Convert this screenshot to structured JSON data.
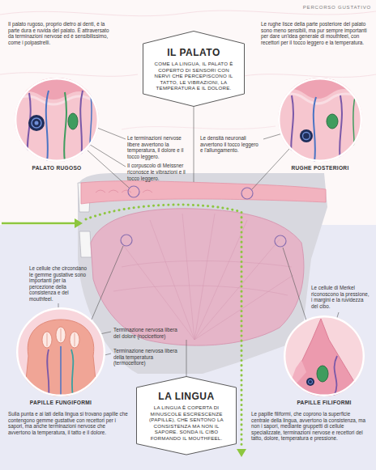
{
  "diagram": {
    "nodes": [
      {
        "text": [
          "IL PALATO",
          "COME LA LINGUA, IL PALATO È COPERTO DI SENSORI CON NERVI CHE PERCEPISCONO IL TATTO, LE VIBRAZIONI, LA TEMPERATURA E IL DOLORE."
        ]
      },
      {
        "text": [
          "PALATO RUGOSO"
        ]
      },
      {
        "text": [
          "RUGHE POSTERIORI"
        ]
      },
      {
        "text": [
          "PAPILLE FUNGIFORMI"
        ]
      },
      {
        "text": [
          "LA LINGUA",
          "LA LINGUA È COPERTA DI MINUSCOLE ESCRESCENZE (PAPILLE), CHE SENTONO LA CONSISTENZA MA NON IL SAPORE. SONDA IL CIBO FORMANDO IL MOUTHFEEL."
        ]
      },
      {
        "text": [
          "PAPILLE FILIFORMI"
        ]
      }
    ],
    "labels": [
      "PERCORSO GUSTATIVO",
      "Il palato rugoso, proprio dietro ai denti, è la parte dura e ruvida del palato. È attraversato da terminazioni nervose ed è sensibilissimo, come i polpastrelli.",
      "Le rughe lisce della parte posteriore del palato sono meno sensibili, ma pur sempre importanti per dare un'idea generale di mouthfeel, con recettori per il tocco leggero e la temperatura.",
      "Le terminazioni nervose libere avvertono la temperatura, il dolore e il tocco leggero.",
      "Il corpuscolo di Meissner riconosce le vibrazioni e il tocco leggero.",
      "Le densità neuronali avvertono il tocco leggero e l'allungamento.",
      "Le cellule che circondano le gemme gustative sono importanti per la percezione della consistenza e del mouthfeel.",
      "Le cellule di Merkel riconoscono la pressione, i margini e la ruvidezza del cibo.",
      "Terminazione nervosa libera del dolore (nocicettore)",
      "Terminazione nervosa libera della temperatura (termocettore)",
      "Sulla punta e ai lati della lingua si trovano papille che contengono gemme gustative con recettori per i sapori, ma anche terminazioni nervose che avvertono la temperatura, il tatto e il dolore.",
      "Le papille filiformi, che coprono la superficie centrale della lingua, avvertono la consistenza, ma non i sapori, mediante gruppetti di cellule specializzate, terminazioni nervose e recettori del tatto, dolore, temperatura e pressione."
    ]
  }
}
